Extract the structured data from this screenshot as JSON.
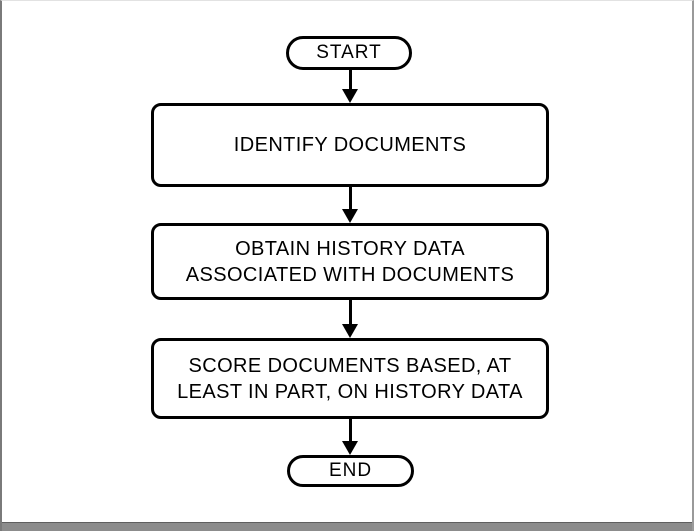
{
  "figure": {
    "type": "flowchart",
    "orientation": "top-down",
    "colors": {
      "stroke": "#000000",
      "text": "#000000",
      "background": "#ffffff",
      "frame_top": "#e2e2e2",
      "frame_left": "#7a7a7a",
      "frame_right": "#9a9a9a",
      "frame_bottom_band": "#8c8c8c"
    },
    "nodes": [
      {
        "id": "start",
        "type": "terminator",
        "label": "START"
      },
      {
        "id": "step1",
        "type": "process",
        "lines": [
          "IDENTIFY DOCUMENTS"
        ]
      },
      {
        "id": "step2",
        "type": "process",
        "lines": [
          "OBTAIN HISTORY DATA",
          "ASSOCIATED WITH DOCUMENTS"
        ]
      },
      {
        "id": "step3",
        "type": "process",
        "lines": [
          "SCORE DOCUMENTS BASED, AT",
          "LEAST IN PART, ON HISTORY DATA"
        ]
      },
      {
        "id": "end",
        "type": "terminator",
        "label": "END"
      }
    ],
    "edges": [
      {
        "from": "start",
        "to": "step1",
        "style": "arrow-down"
      },
      {
        "from": "step1",
        "to": "step2",
        "style": "arrow-down"
      },
      {
        "from": "step2",
        "to": "step3",
        "style": "arrow-down"
      },
      {
        "from": "step3",
        "to": "end",
        "style": "arrow-down"
      }
    ]
  }
}
